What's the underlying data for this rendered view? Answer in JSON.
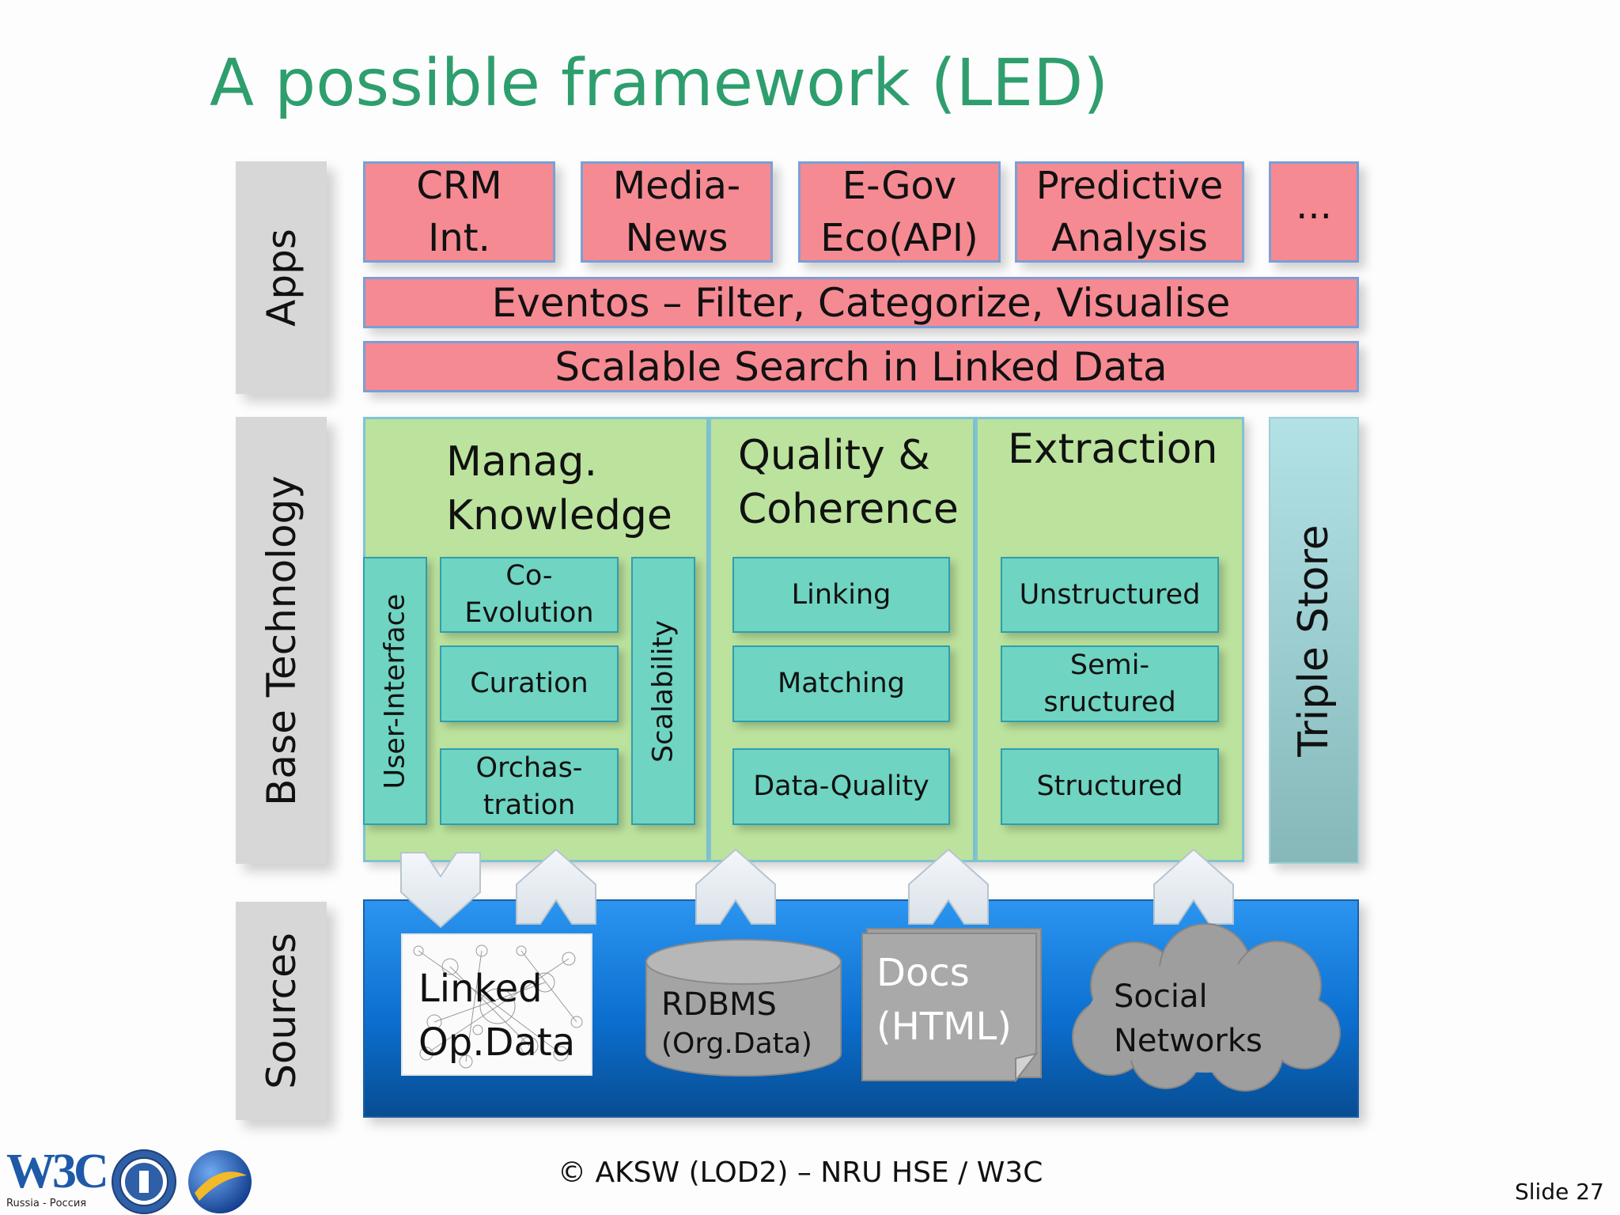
{
  "title": "A possible framework (LED)",
  "layers": {
    "apps": "Apps",
    "base": "Base Technology",
    "sources": "Sources"
  },
  "apps": {
    "crm": [
      "CRM",
      "Int."
    ],
    "media": [
      "Media-",
      "News"
    ],
    "egov": [
      "E-Gov",
      "Eco(API)"
    ],
    "predictive": [
      "Predictive",
      "Analysis"
    ],
    "more": "...",
    "eventos": "Eventos – Filter, Categorize, Visualise",
    "search": "Scalable Search in Linked Data"
  },
  "base": {
    "manag": {
      "title": [
        "Manag.",
        "Knowledge"
      ],
      "user_interface": "User-Interface",
      "coevolution": [
        "Co-",
        "Evolution"
      ],
      "curation": "Curation",
      "orchestration": [
        "Orchas-",
        "tration"
      ],
      "scalability": "Scalability"
    },
    "quality": {
      "title": [
        "Quality &",
        "Coherence"
      ],
      "linking": "Linking",
      "matching": "Matching",
      "data_quality": "Data-Quality"
    },
    "extraction": {
      "title": "Extraction",
      "unstructured": "Unstructured",
      "semi": [
        "Semi-",
        "sructured"
      ],
      "structured": "Structured"
    },
    "triple_store": "Triple Store"
  },
  "sources": {
    "lod": [
      "Linked",
      "Op.Data"
    ],
    "rdbms": [
      "RDBMS",
      "(Org.Data)"
    ],
    "docs": [
      "Docs",
      "(HTML)"
    ],
    "social": [
      "Social",
      "Networks"
    ]
  },
  "footer": "© AKSW (LOD2) – NRU HSE / W3C",
  "slide_number": "Slide 27",
  "logo": {
    "w3c": "W3C",
    "w3c_sub": "Russia - Россия"
  },
  "colors": {
    "title": "#2e9e6e",
    "apps": "#f58a93",
    "base": "#bce39d",
    "module": "#6fd4c2",
    "sources": "#0c6fd0"
  }
}
